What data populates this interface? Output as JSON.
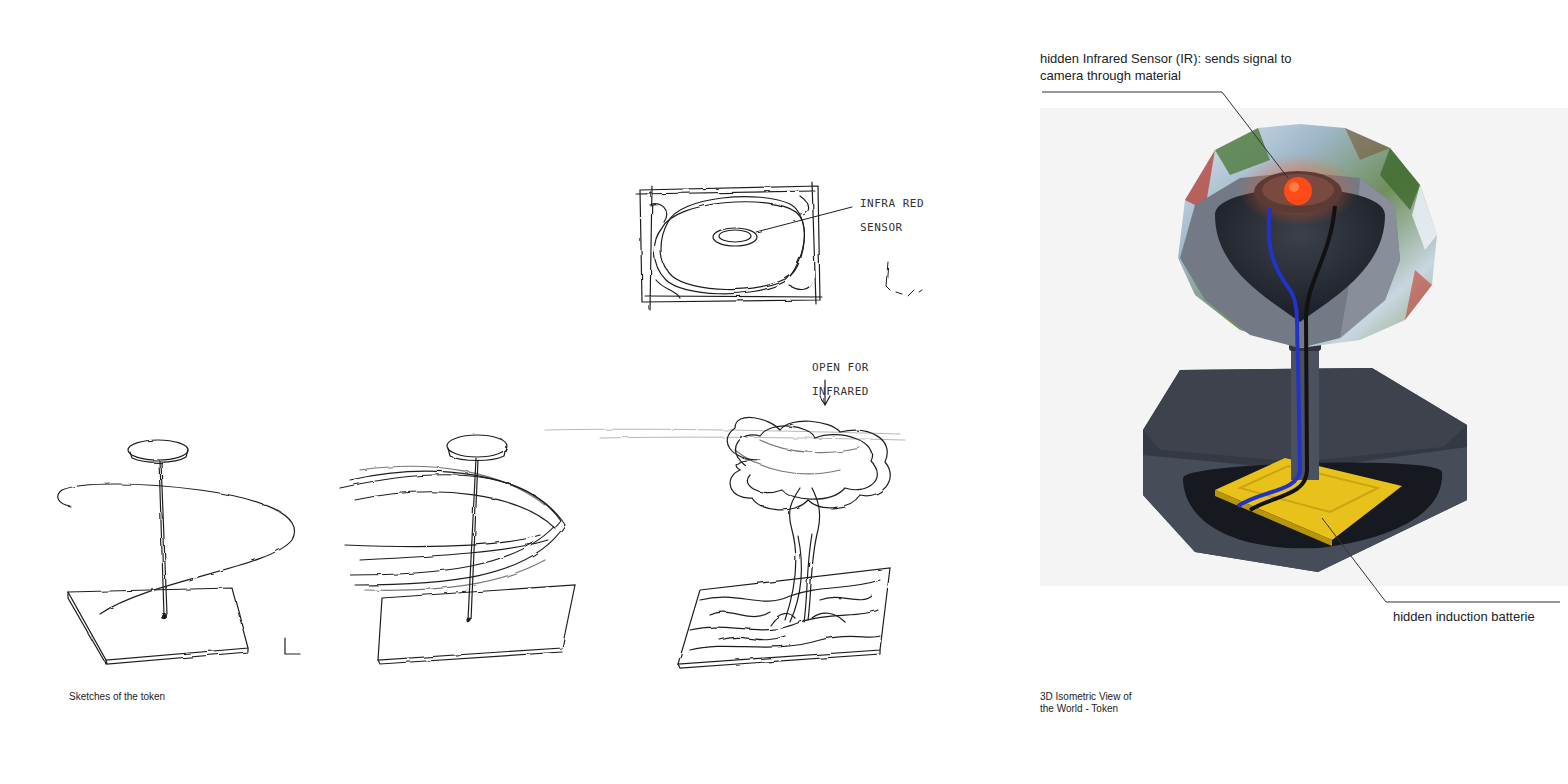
{
  "diagram": {
    "labels": [
      "INFRA RED SENSOR",
      "OPEN FOR INFRARED",
      "Sketches of the token",
      "hidden Infrared Sensor (IR): sends signal to camera through material",
      "hidden induction batterie",
      "3D Isometric View of the World - Token"
    ]
  }
}
